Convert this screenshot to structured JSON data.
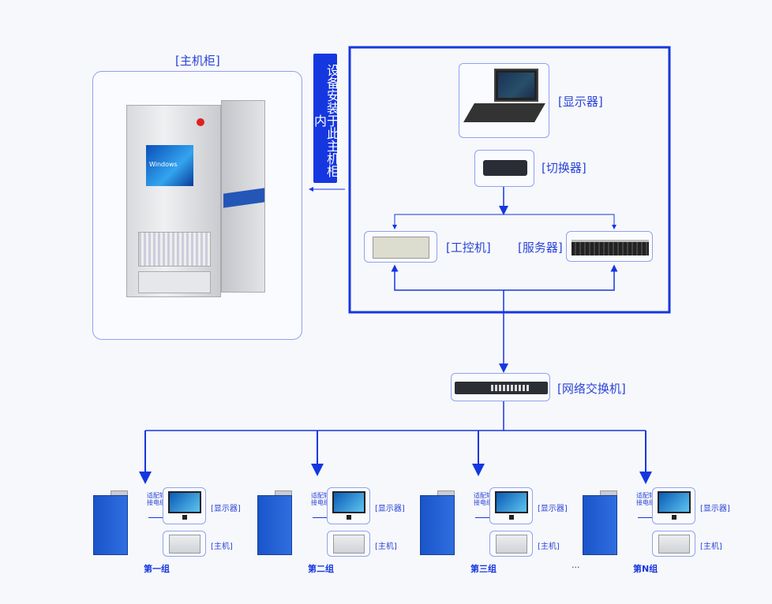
{
  "cabinet": {
    "title": "[主机柜]",
    "screen_text": "Windows"
  },
  "install_note": "设备安装于此主机柜内",
  "devices": {
    "monitor": "[显示器]",
    "kvm": "[切换器]",
    "ipc": "[工控机]",
    "server": "[服务器]",
    "network_switch": "[网络交换机]"
  },
  "groups": [
    {
      "name": "第一组",
      "cable": "适配转接电缆",
      "monitor": "[显示器]",
      "host": "[主机]"
    },
    {
      "name": "第二组",
      "cable": "适配转接电缆",
      "monitor": "[显示器]",
      "host": "[主机]"
    },
    {
      "name": "第三组",
      "cable": "适配转接电缆",
      "monitor": "[显示器]",
      "host": "[主机]"
    },
    {
      "name": "第N组",
      "cable": "适配转接电缆",
      "monitor": "[显示器]",
      "host": "[主机]"
    }
  ],
  "ellipsis": "...",
  "colors": {
    "accent": "#1537e0",
    "box_border": "#8fa2ef"
  }
}
